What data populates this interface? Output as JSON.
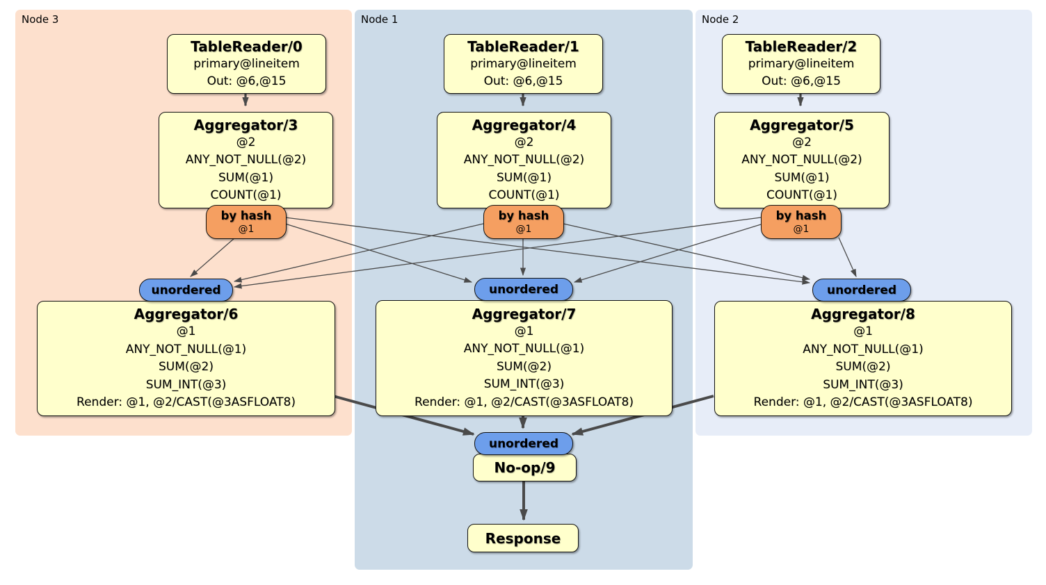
{
  "regions": [
    {
      "label": "Node 3"
    },
    {
      "label": "Node 1"
    },
    {
      "label": "Node 2"
    }
  ],
  "columns": [
    {
      "table_reader": {
        "title": "TableReader/0",
        "lines": [
          "primary@lineitem",
          "Out: @6,@15"
        ]
      },
      "aggregator_top": {
        "title": "Aggregator/3",
        "lines": [
          "@2",
          "ANY_NOT_NULL(@2)",
          "SUM(@1)",
          "COUNT(@1)"
        ]
      },
      "router": {
        "title": "by hash",
        "detail": "@1"
      },
      "stream": {
        "label": "unordered"
      },
      "aggregator_bottom": {
        "title": "Aggregator/6",
        "lines": [
          "@1",
          "ANY_NOT_NULL(@1)",
          "SUM(@2)",
          "SUM_INT(@3)",
          "Render: @1, @2/CAST(@3ASFLOAT8)"
        ]
      }
    },
    {
      "table_reader": {
        "title": "TableReader/1",
        "lines": [
          "primary@lineitem",
          "Out: @6,@15"
        ]
      },
      "aggregator_top": {
        "title": "Aggregator/4",
        "lines": [
          "@2",
          "ANY_NOT_NULL(@2)",
          "SUM(@1)",
          "COUNT(@1)"
        ]
      },
      "router": {
        "title": "by hash",
        "detail": "@1"
      },
      "stream": {
        "label": "unordered"
      },
      "aggregator_bottom": {
        "title": "Aggregator/7",
        "lines": [
          "@1",
          "ANY_NOT_NULL(@1)",
          "SUM(@2)",
          "SUM_INT(@3)",
          "Render: @1, @2/CAST(@3ASFLOAT8)"
        ]
      }
    },
    {
      "table_reader": {
        "title": "TableReader/2",
        "lines": [
          "primary@lineitem",
          "Out: @6,@15"
        ]
      },
      "aggregator_top": {
        "title": "Aggregator/5",
        "lines": [
          "@2",
          "ANY_NOT_NULL(@2)",
          "SUM(@1)",
          "COUNT(@1)"
        ]
      },
      "router": {
        "title": "by hash",
        "detail": "@1"
      },
      "stream": {
        "label": "unordered"
      },
      "aggregator_bottom": {
        "title": "Aggregator/8",
        "lines": [
          "@1",
          "ANY_NOT_NULL(@1)",
          "SUM(@2)",
          "SUM_INT(@3)",
          "Render: @1, @2/CAST(@3ASFLOAT8)"
        ]
      }
    }
  ],
  "final": {
    "stream": {
      "label": "unordered"
    },
    "noop": {
      "title": "No-op/9"
    },
    "response": {
      "title": "Response"
    }
  },
  "colors": {
    "node3_bg": "#fde0cd",
    "node1_bg": "#ccdbe8",
    "node2_bg": "#e7edf8",
    "processor_fill": "#ffffcc",
    "router_fill": "#f59f61",
    "stream_fill": "#6d9eeb",
    "edge": "#4a4a4a"
  }
}
